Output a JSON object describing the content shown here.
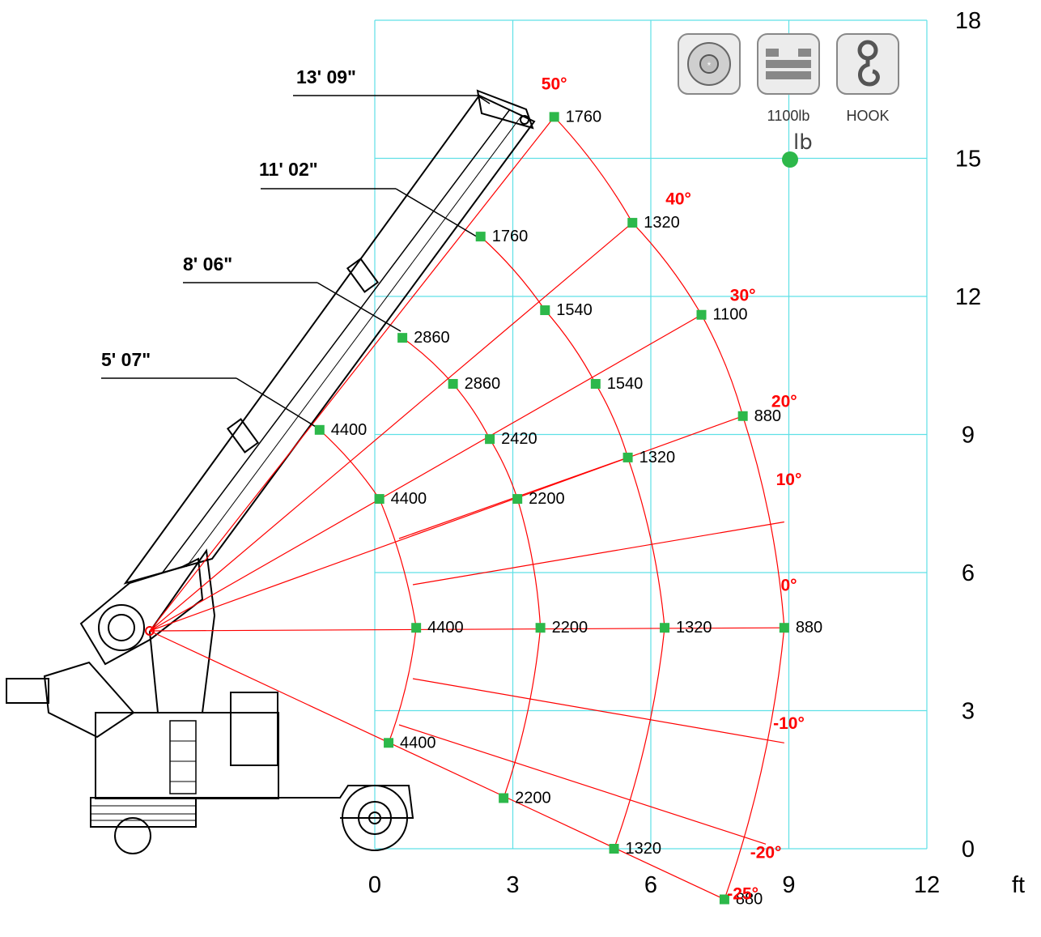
{
  "chart_data": {
    "type": "scatter",
    "x_unit": "ft",
    "x_ticks": [
      "0",
      "3",
      "6",
      "9",
      "12"
    ],
    "y_ticks": [
      "0",
      "3",
      "6",
      "9",
      "12",
      "15",
      "18"
    ],
    "xlim": [
      0,
      12
    ],
    "ylim": [
      0,
      18
    ],
    "grid": true,
    "colors": {
      "grid": "#5fe0e6",
      "curves": "#ff0000",
      "points": "#2db84a",
      "angle_text": "#ff0000"
    },
    "boom_lengths": [
      "5' 07\"",
      "8' 06\"",
      "11' 02\"",
      "13' 09\""
    ],
    "angles": [
      {
        "label": "50°",
        "x": 3.9,
        "y": 16.5
      },
      {
        "label": "40°",
        "x": 6.6,
        "y": 14.0
      },
      {
        "label": "30°",
        "x": 8.0,
        "y": 11.9
      },
      {
        "label": "20°",
        "x": 8.9,
        "y": 9.6
      },
      {
        "label": "10°",
        "x": 9.0,
        "y": 7.9
      },
      {
        "label": "0°",
        "x": 9.0,
        "y": 5.6
      },
      {
        "label": "-10°",
        "x": 9.0,
        "y": 2.6
      },
      {
        "label": "-20°",
        "x": 8.5,
        "y": -0.2
      },
      {
        "label": "-25°",
        "x": 8.0,
        "y": -1.1
      }
    ],
    "points": [
      {
        "load": "1760",
        "x": 3.9,
        "y": 15.9
      },
      {
        "load": "1320",
        "x": 5.6,
        "y": 13.6
      },
      {
        "load": "1100",
        "x": 7.1,
        "y": 11.6
      },
      {
        "load": "880",
        "x": 8.0,
        "y": 9.4
      },
      {
        "load": "880",
        "x": 8.9,
        "y": 4.8
      },
      {
        "load": "880",
        "x": 7.6,
        "y": -1.1
      },
      {
        "load": "1760",
        "x": 2.3,
        "y": 13.3
      },
      {
        "load": "1540",
        "x": 3.7,
        "y": 11.7
      },
      {
        "load": "1540",
        "x": 4.8,
        "y": 10.1
      },
      {
        "load": "1320",
        "x": 5.5,
        "y": 8.5
      },
      {
        "load": "1320",
        "x": 6.3,
        "y": 4.8
      },
      {
        "load": "1320",
        "x": 5.2,
        "y": 0.0
      },
      {
        "load": "2860",
        "x": 0.6,
        "y": 11.1
      },
      {
        "load": "2860",
        "x": 1.7,
        "y": 10.1
      },
      {
        "load": "2420",
        "x": 2.5,
        "y": 8.9
      },
      {
        "load": "2200",
        "x": 3.1,
        "y": 7.6
      },
      {
        "load": "2200",
        "x": 3.6,
        "y": 4.8
      },
      {
        "load": "2200",
        "x": 2.8,
        "y": 1.1
      },
      {
        "load": "4400",
        "x": -1.2,
        "y": 9.1
      },
      {
        "load": "4400",
        "x": 0.1,
        "y": 7.6
      },
      {
        "load": "4400",
        "x": 0.9,
        "y": 4.8
      },
      {
        "load": "4400",
        "x": 0.3,
        "y": 2.3
      }
    ]
  },
  "icons": [
    {
      "name": "wheel-icon",
      "caption": ""
    },
    {
      "name": "fork-weight-icon",
      "caption": "1100lb"
    },
    {
      "name": "hook-icon",
      "caption": "HOOK"
    }
  ],
  "legend_marker": {
    "label": "lb",
    "x": 9,
    "y": 15
  }
}
